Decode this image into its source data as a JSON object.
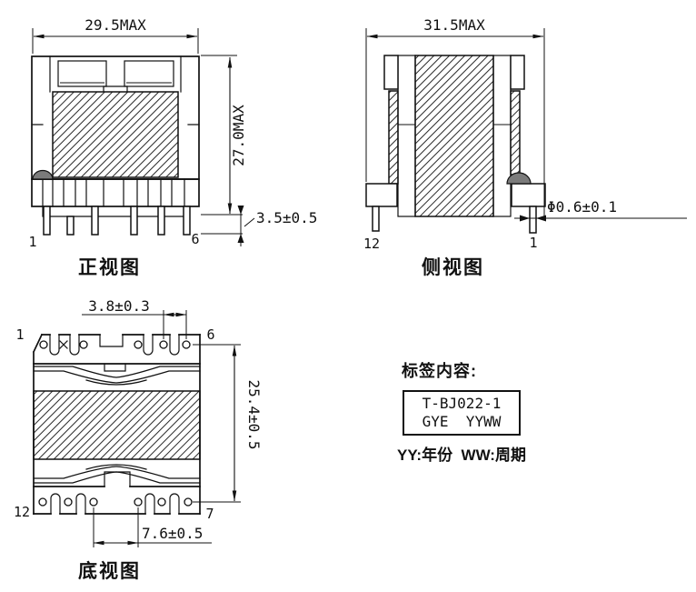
{
  "front": {
    "caption": "正视图",
    "dim_width": "29.5MAX",
    "dim_height": "27.0MAX",
    "dim_pin_length": "3.5±0.5",
    "pin_first": "1",
    "pin_last": "6"
  },
  "side": {
    "caption": "侧视图",
    "dim_width": "31.5MAX",
    "dim_pin_diameter": "Φ0.6±0.1",
    "pin_left": "12",
    "pin_right": "1"
  },
  "bottom": {
    "caption": "底视图",
    "dim_pin_pitch": "3.8±0.3",
    "dim_body_length": "25.4±0.5",
    "dim_row_span": "7.6±0.5",
    "pin_top_left": "1",
    "pin_top_right": "6",
    "pin_bottom_left": "12",
    "pin_bottom_right": "7"
  },
  "label": {
    "heading": "标签内容:",
    "line1": "T-BJ022-1",
    "line2": "GYE  YYWW",
    "note": "YY:年份  WW:周期"
  },
  "colors": {
    "line": "#111111",
    "blob": "#7b7b7b",
    "background": "#ffffff"
  }
}
